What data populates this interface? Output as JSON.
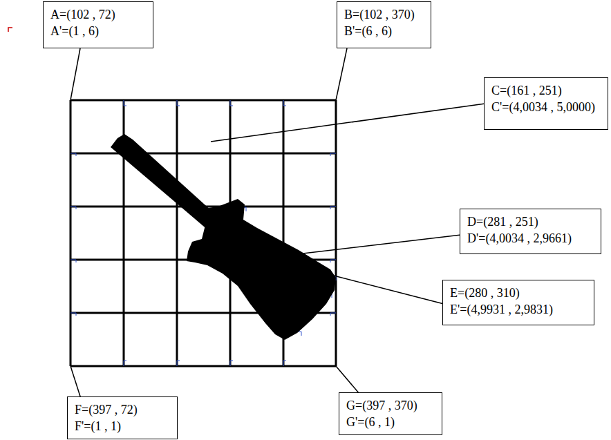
{
  "diagram": {
    "nodes": [
      {
        "text": [
          "A=(102 , 72)",
          "A'=(1 , 6)"
        ]
      },
      {
        "text": [
          "B=(102 , 370)",
          "B'=(6 , 6)"
        ]
      },
      {
        "text": [
          "C=(161 , 251)",
          "C'=(4,0034  ,  5,0000)"
        ]
      },
      {
        "text": [
          "D=(281 , 251)",
          "D'=(4,0034  ,  2,9661)"
        ]
      },
      {
        "text": [
          "E=(280 , 310)",
          "E'=(4,9931  ,  2,9831)"
        ]
      },
      {
        "text": [
          "F=(397 , 72)",
          "F'=(1 , 1)"
        ]
      },
      {
        "text": [
          "G=(397 , 370)",
          "G'=(6 , 1)"
        ]
      }
    ]
  }
}
